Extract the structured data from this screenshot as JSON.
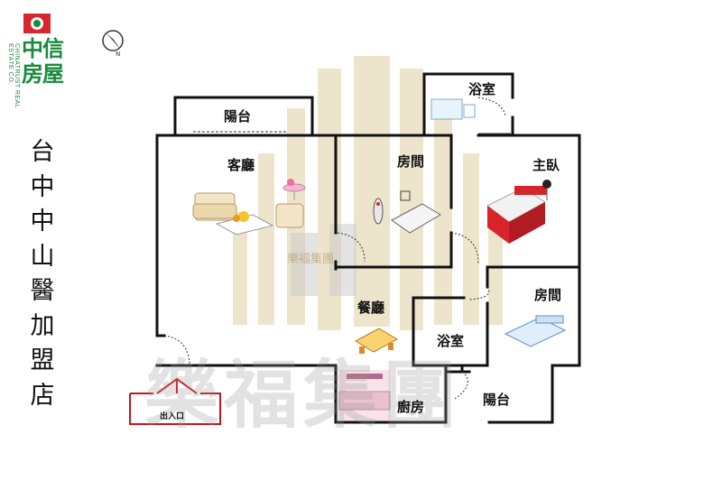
{
  "brand": {
    "logo_cn": "中信房屋",
    "logo_en": "CHINATRUST REAL ESTATE CO.",
    "store_name": [
      "台",
      "中",
      "中",
      "山",
      "醫",
      "加",
      "盟",
      "店"
    ]
  },
  "watermark": {
    "text": "樂福集團",
    "site": "樂福集團"
  },
  "rooms": {
    "balcony_top": "陽台",
    "living_room": "客廳",
    "bedroom_middle": "房間",
    "bathroom_top": "浴室",
    "master_bedroom": "主臥",
    "bedroom_right": "房間",
    "dining_room": "餐廳",
    "bathroom_middle": "浴室",
    "kitchen": "廚房",
    "balcony_bottom": "陽台",
    "entrance": "出入口"
  },
  "compass": {
    "north_label": "N"
  },
  "colors": {
    "logo_green": "#1a8a3e",
    "logo_red": "#d8262f",
    "wall": "#111111",
    "entrance_red": "#c8151b",
    "watermark_gold": "#d9c48f",
    "bed_red": "#d6242a"
  }
}
